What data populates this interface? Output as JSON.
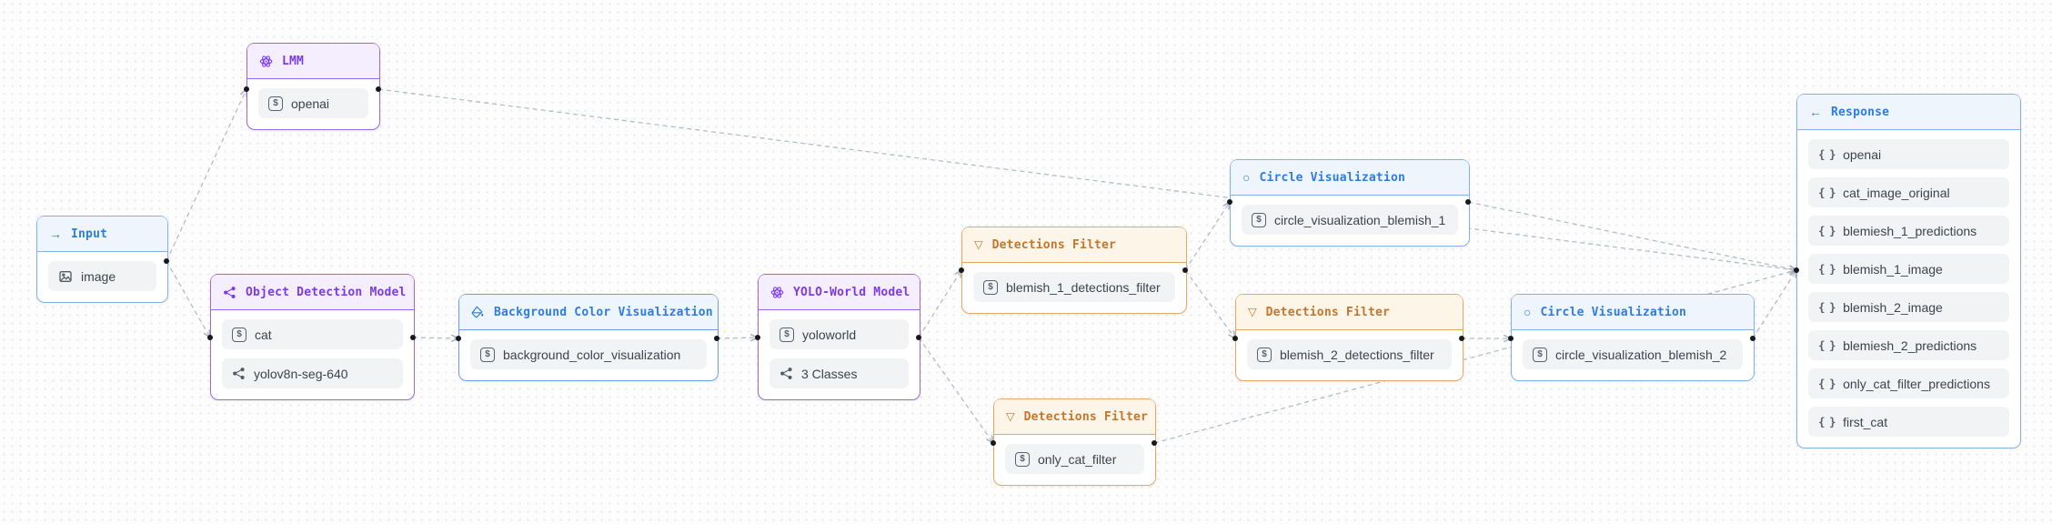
{
  "app": {
    "type": "workflow-graph-editor"
  },
  "colors": {
    "purple_accent": "#7c3aed",
    "blue_accent": "#2f7ce0",
    "orange_accent": "#c5762c",
    "edge_color": "#b6bcc5",
    "item_bg": "#f2f3f5"
  },
  "icons": {
    "arrow_right": "→",
    "arrow_left": "←",
    "funnel": "▽",
    "circle": "○",
    "braces": "{ }",
    "string": "$"
  },
  "nodes": {
    "input": {
      "title": "Input",
      "items": [
        "image"
      ]
    },
    "lmm": {
      "title": "LMM",
      "items": [
        "openai"
      ]
    },
    "odm": {
      "title": "Object Detection Model",
      "items": [
        "cat",
        "yolov8n-seg-640"
      ]
    },
    "bcv": {
      "title": "Background Color Visualization",
      "items": [
        "background_color_visualization"
      ]
    },
    "yolo": {
      "title": "YOLO-World Model",
      "items": [
        "yoloworld",
        "3 Classes"
      ]
    },
    "df1": {
      "title": "Detections Filter",
      "items": [
        "blemish_1_detections_filter"
      ]
    },
    "cv1": {
      "title": "Circle Visualization",
      "items": [
        "circle_visualization_blemish_1"
      ]
    },
    "df2": {
      "title": "Detections Filter",
      "items": [
        "blemish_2_detections_filter"
      ]
    },
    "cv2": {
      "title": "Circle Visualization",
      "items": [
        "circle_visualization_blemish_2"
      ]
    },
    "df3": {
      "title": "Detections Filter",
      "items": [
        "only_cat_filter"
      ]
    },
    "response": {
      "title": "Response",
      "items": [
        "openai",
        "cat_image_original",
        "blemiesh_1_predictions",
        "blemish_1_image",
        "blemish_2_image",
        "blemiesh_2_predictions",
        "only_cat_filter_predictions",
        "first_cat"
      ]
    }
  },
  "edges": [
    {
      "from": "input",
      "to": "lmm"
    },
    {
      "from": "input",
      "to": "object_detection_model"
    },
    {
      "from": "lmm",
      "to": "response"
    },
    {
      "from": "object_detection_model",
      "to": "background_color_visualization"
    },
    {
      "from": "background_color_visualization",
      "to": "yolo_world_model"
    },
    {
      "from": "yolo_world_model",
      "to": "detections_filter_blemish_1"
    },
    {
      "from": "yolo_world_model",
      "to": "detections_filter_only_cat"
    },
    {
      "from": "detections_filter_blemish_1",
      "to": "circle_visualization_blemish_1"
    },
    {
      "from": "detections_filter_blemish_1",
      "to": "detections_filter_blemish_2"
    },
    {
      "from": "detections_filter_blemish_2",
      "to": "circle_visualization_blemish_2"
    },
    {
      "from": "circle_visualization_blemish_1",
      "to": "response"
    },
    {
      "from": "circle_visualization_blemish_2",
      "to": "response"
    },
    {
      "from": "detections_filter_only_cat",
      "to": "response"
    }
  ]
}
